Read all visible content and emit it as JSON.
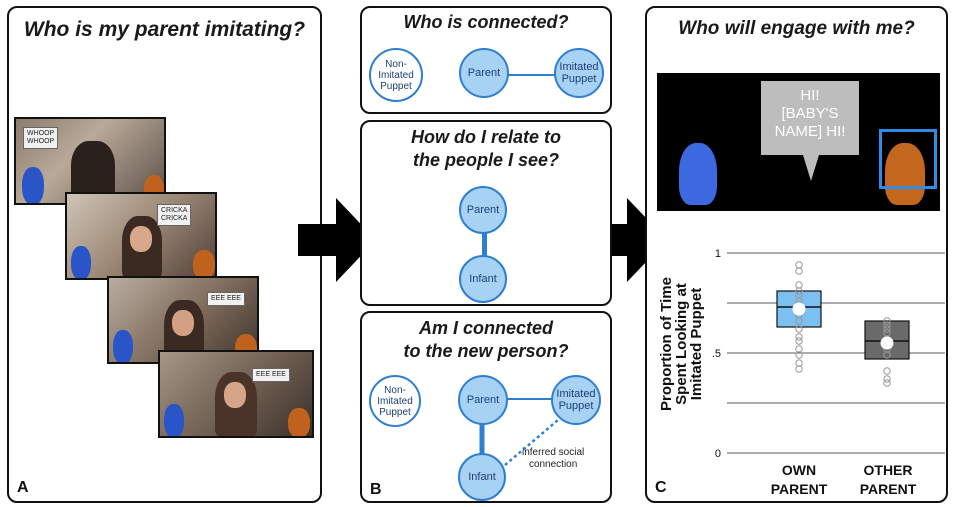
{
  "panel_a": {
    "title": "Who is my parent imitating?",
    "label": "A",
    "frames": [
      {
        "bubble_line1": "WHOOP",
        "bubble_line2": "WHOOP"
      },
      {
        "bubble_line1": "CRICKA",
        "bubble_line2": "CRICKA"
      },
      {
        "bubble_line1": "EEE EEE",
        "bubble_line2": ""
      },
      {
        "bubble_line1": "EEE EEE",
        "bubble_line2": ""
      }
    ]
  },
  "panel_b": {
    "label": "B",
    "box1": {
      "title": "Who is connected?",
      "node_nonimitated": "Non-Imitated Puppet",
      "node_parent": "Parent",
      "node_imitated": "Imitated Puppet"
    },
    "box2": {
      "title_line1": "How do I relate to",
      "title_line2": "the people I see?",
      "node_parent": "Parent",
      "node_infant": "Infant"
    },
    "box3": {
      "title_line1": "Am I connected",
      "title_line2": "to the new person?",
      "node_nonimitated": "Non-Imitated Puppet",
      "node_parent": "Parent",
      "node_imitated": "Imitated Puppet",
      "node_infant": "Infant",
      "inferred_line1": "inferred social",
      "inferred_line2": "connection"
    }
  },
  "panel_c": {
    "title": "Who will engage with me?",
    "label": "C",
    "speech_line1": "HI!",
    "speech_line2": "[BABY'S",
    "speech_line3": "NAME] HI!"
  },
  "chart_data": {
    "type": "box",
    "ylabel_line1": "Proportion of Time",
    "ylabel_line2": "Spent Looking at",
    "ylabel_line3": "Imitated Puppet",
    "ylim": [
      0,
      1
    ],
    "yticks": [
      "0",
      ".5",
      "1"
    ],
    "grid": true,
    "categories": [
      "OWN PARENT",
      "OTHER PARENT"
    ],
    "category_lines": [
      [
        "OWN",
        "PARENT"
      ],
      [
        "OTHER",
        "PARENT"
      ]
    ],
    "boxes": [
      {
        "q1": 0.63,
        "q3": 0.81,
        "median": 0.73,
        "mean": 0.72,
        "color": "#7cc0f2"
      },
      {
        "q1": 0.47,
        "q3": 0.66,
        "median": 0.56,
        "mean": 0.55,
        "color": "#6a6a6a"
      }
    ],
    "points": [
      [
        0.94,
        0.91,
        0.84,
        0.81,
        0.79,
        0.76,
        0.74,
        0.71,
        0.69,
        0.66,
        0.62,
        0.58,
        0.56,
        0.52,
        0.49,
        0.45,
        0.42
      ],
      [
        0.66,
        0.64,
        0.62,
        0.6,
        0.57,
        0.55,
        0.52,
        0.49,
        0.41,
        0.37,
        0.35
      ]
    ]
  },
  "colors": {
    "node_fill": "#a8d2f3",
    "node_stroke": "#2f7fd0",
    "box_own": "#7cc0f2",
    "box_other": "#6a6a6a"
  }
}
